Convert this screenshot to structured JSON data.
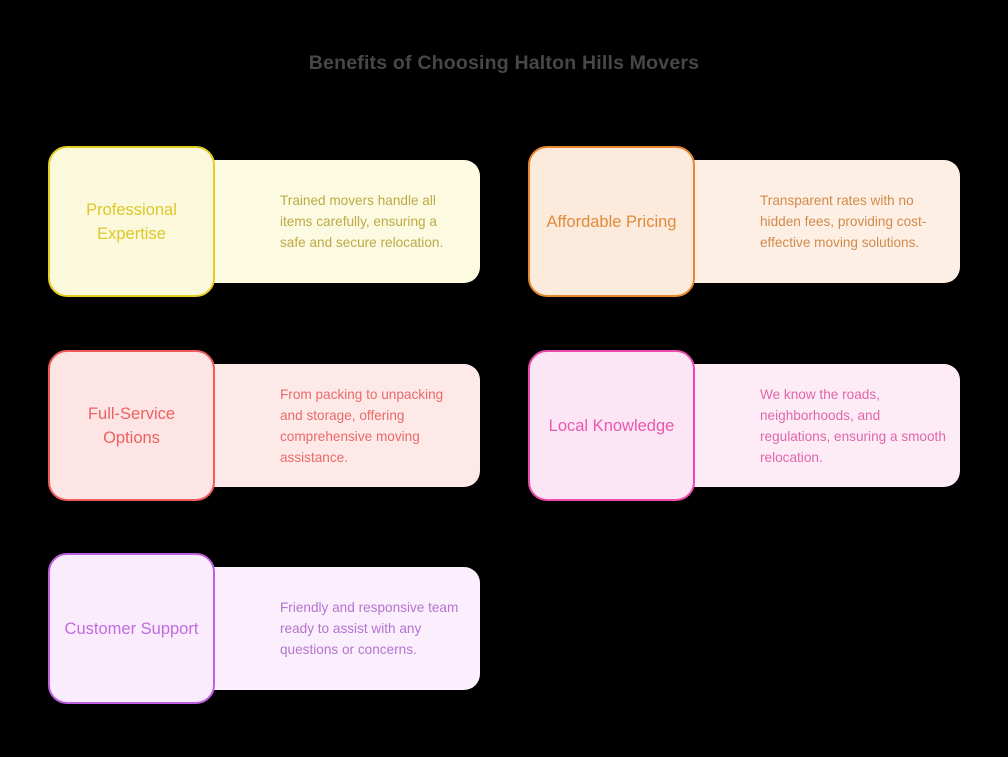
{
  "header": {
    "title": "Benefits of Choosing Halton Hills Movers",
    "title_color": "#474747"
  },
  "canvas": {
    "background_color": "#000000"
  },
  "cards": [
    {
      "title": "Professional Expertise",
      "description": "Trained movers handle all items carefully, ensuring a safe and secure relocation.",
      "border_color": "#E3CE22",
      "box_fill": "#FCF8DB",
      "panel_fill": "#FDFAE2",
      "title_color": "#DCC82C",
      "desc_color": "#BCAA45"
    },
    {
      "title": "Affordable Pricing",
      "description": "Transparent rates with no hidden fees, providing cost-effective moving solutions.",
      "border_color": "#E7872E",
      "box_fill": "#FCEBDC",
      "panel_fill": "#FDEFE3",
      "title_color": "#E08A3C",
      "desc_color": "#D08B4E"
    },
    {
      "title": "Full-Service Options",
      "description": "From packing to unpacking and storage, offering comprehensive moving assistance.",
      "border_color": "#EF5B5B",
      "box_fill": "#FCE5E4",
      "panel_fill": "#FDEAE8",
      "title_color": "#EE6161",
      "desc_color": "#E96A6A"
    },
    {
      "title": "Local Knowledge",
      "description": "We know the roads, neighborhoods, and regulations, ensuring a smooth relocation.",
      "border_color": "#EA4BAC",
      "box_fill": "#FCE6F5",
      "panel_fill": "#FDEBF6",
      "title_color": "#E758B0",
      "desc_color": "#E067AB"
    },
    {
      "title": "Customer Support",
      "description": "Friendly and responsive team ready to assist with any questions or concerns.",
      "border_color": "#BE61E1",
      "box_fill": "#FAEBFD",
      "panel_fill": "#FBEFFD",
      "title_color": "#C06BE0",
      "desc_color": "#B473D0"
    }
  ]
}
